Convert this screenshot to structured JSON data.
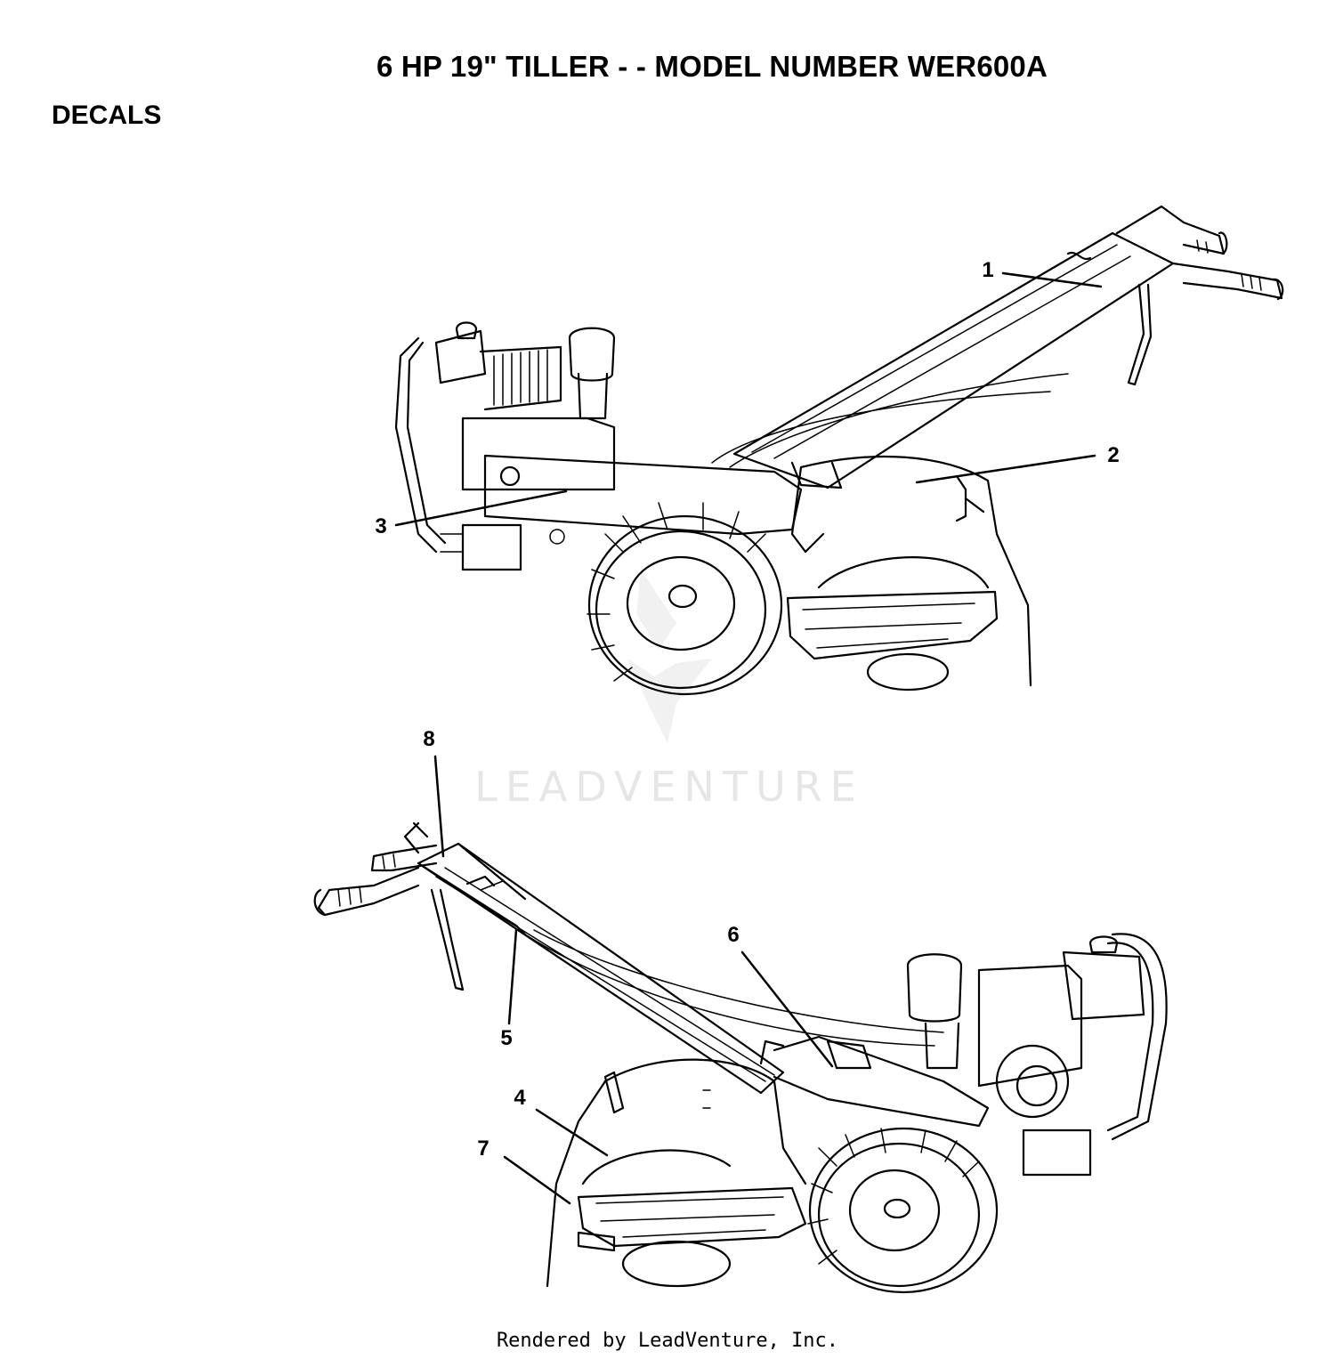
{
  "header": {
    "title": "6 HP 19\" TILLER - - MODEL NUMBER WER600A",
    "section": "DECALS"
  },
  "watermark": {
    "text": "LEADVENTURE"
  },
  "callouts": [
    "1",
    "2",
    "3",
    "4",
    "5",
    "6",
    "7",
    "8"
  ],
  "footer": {
    "text": "Rendered by LeadVenture, Inc."
  }
}
